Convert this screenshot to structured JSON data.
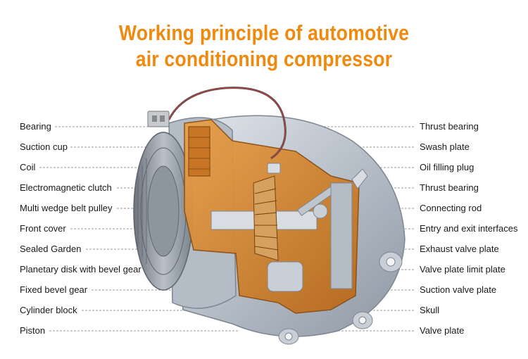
{
  "title": {
    "line1": "Working principle of automotive",
    "line2": "air conditioning compressor"
  },
  "left_labels": [
    "Bearing",
    "Suction cup",
    "Coil",
    "Electromagnetic clutch",
    "Multi wedge belt pulley",
    "Front cover",
    "Sealed Garden",
    "Planetary disk with bevel gear",
    "Fixed bevel gear",
    "Cylinder block",
    "Piston"
  ],
  "right_labels": [
    "Thrust bearing",
    "Swash plate",
    "Oil filling plug",
    "Thrust bearing",
    "Connecting rod",
    "Entry and exit interfaces",
    "Exhaust valve plate",
    "Valve plate limit plate",
    "Suction valve plate",
    "Skull",
    "Valve plate"
  ],
  "colors": {
    "title": "#ef8a0f",
    "cutaway": "#d98a2b",
    "metal": "#aeb6c0",
    "leader_line": "#999999"
  }
}
